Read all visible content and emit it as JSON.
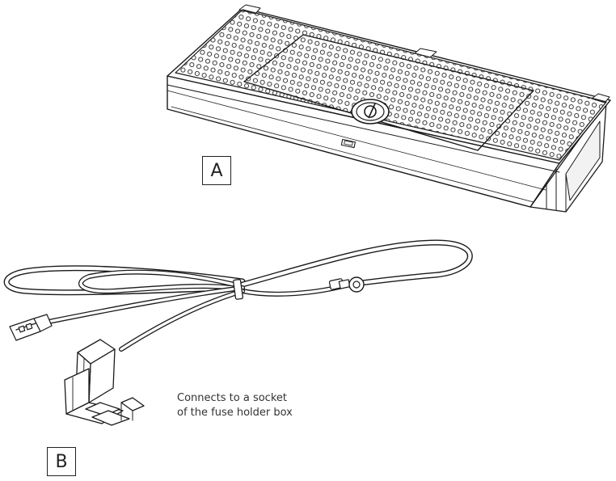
{
  "items": [
    {
      "label": "A",
      "name": "wireless charging pad"
    },
    {
      "label": "B",
      "name": "power cable with fuse tap"
    }
  ],
  "caption": {
    "line1": "Connects to a socket",
    "line2": "of the fuse holder box"
  },
  "colors": {
    "line": "#1a1a1a",
    "text": "#333333"
  },
  "icons": [
    "qi-charging-logo-icon"
  ]
}
